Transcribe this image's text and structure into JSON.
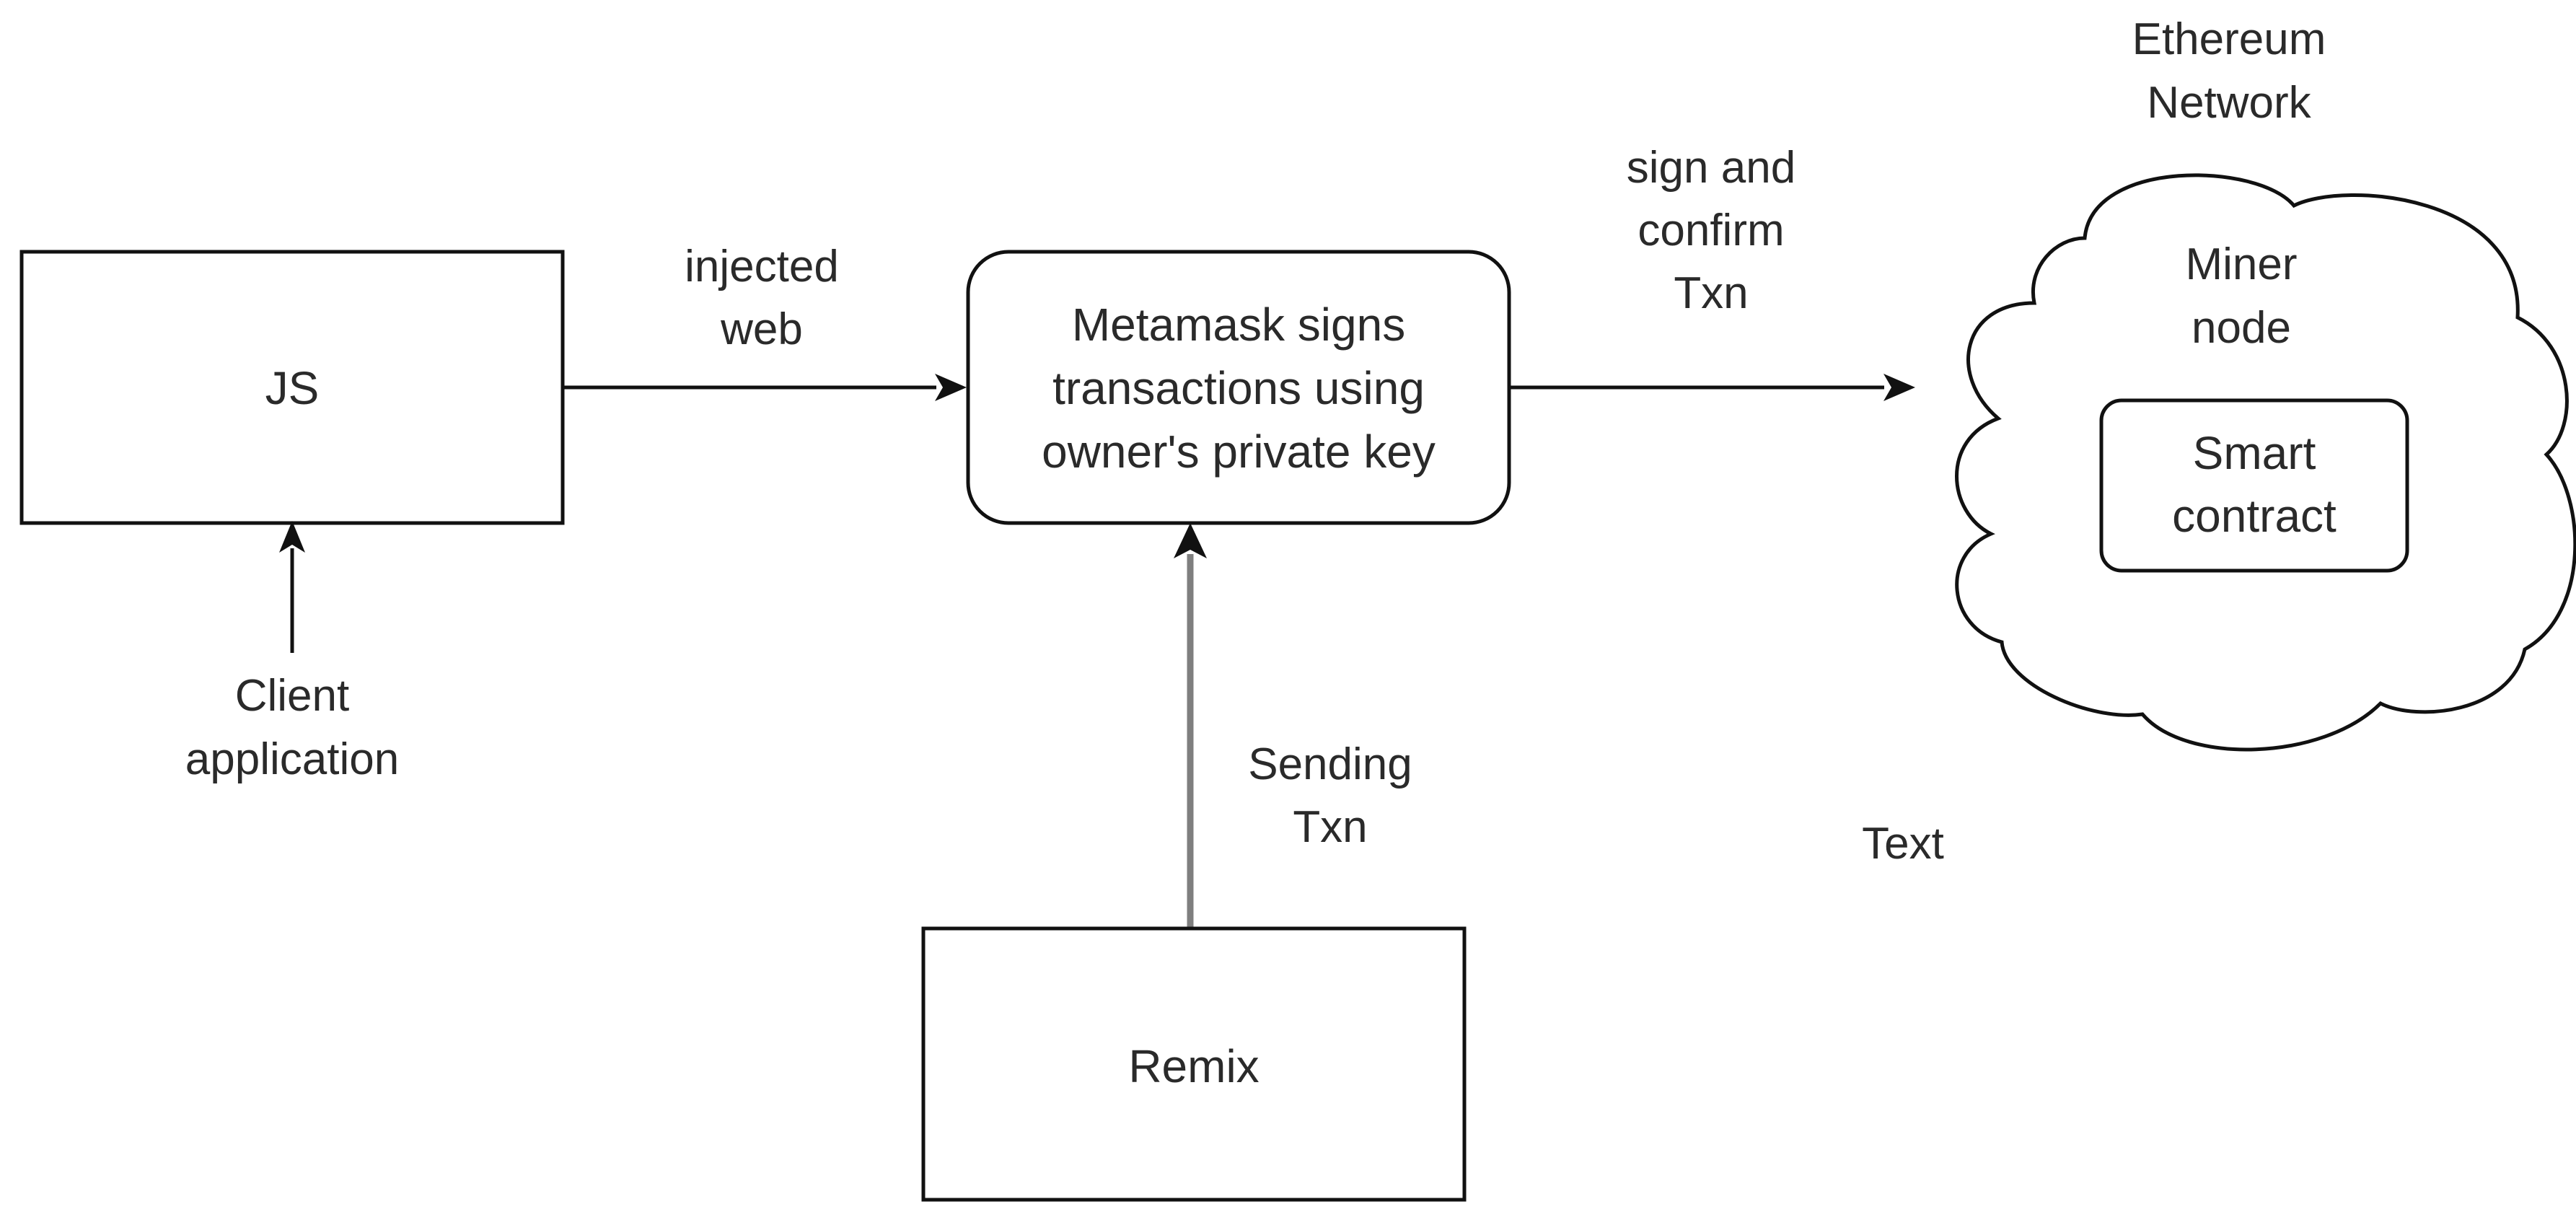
{
  "nodes": {
    "js": {
      "label": "JS"
    },
    "metamask": {
      "lines": [
        "Metamask signs",
        "transactions using",
        "owner's private key"
      ]
    },
    "remix": {
      "label": "Remix"
    },
    "cloud": {
      "title": [
        "Ethereum",
        "Network"
      ]
    },
    "miner": {
      "lines": [
        "Miner",
        "node"
      ]
    },
    "smart_contract": {
      "lines": [
        "Smart",
        "contract"
      ]
    }
  },
  "edges": {
    "js_to_metamask": {
      "lines": [
        "injected",
        "web"
      ]
    },
    "client_to_js": {
      "lines": [
        "Client",
        "application"
      ]
    },
    "remix_to_metamask": {
      "lines": [
        "Sending",
        "Txn"
      ]
    },
    "metamask_to_network": {
      "lines": [
        "sign and",
        "confirm",
        "Txn"
      ]
    }
  },
  "free_text": {
    "label": "Text"
  },
  "colors": {
    "stroke": "#111111",
    "gray_arrow": "#7f7f7f",
    "text": "#2a2a2a",
    "background": "#ffffff"
  }
}
